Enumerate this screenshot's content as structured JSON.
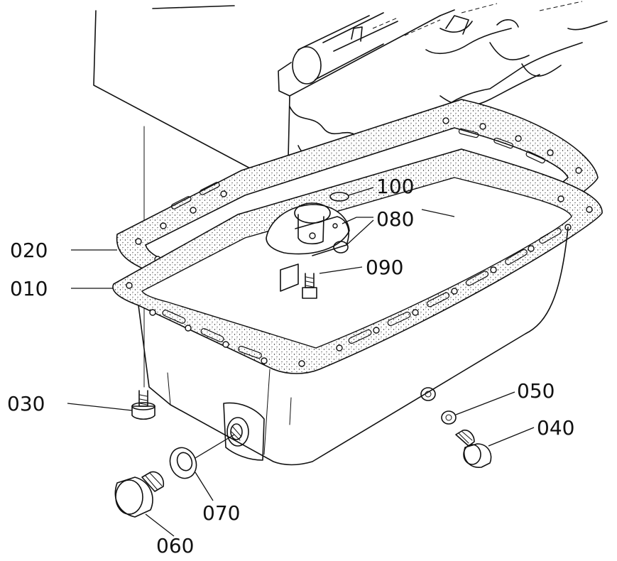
{
  "callouts": [
    {
      "id": "100",
      "label": "100"
    },
    {
      "id": "080",
      "label": "080"
    },
    {
      "id": "020",
      "label": "020"
    },
    {
      "id": "090",
      "label": "090"
    },
    {
      "id": "010",
      "label": "010"
    },
    {
      "id": "030",
      "label": "030"
    },
    {
      "id": "050",
      "label": "050"
    },
    {
      "id": "040",
      "label": "040"
    },
    {
      "id": "070",
      "label": "070"
    },
    {
      "id": "060",
      "label": "060"
    }
  ]
}
